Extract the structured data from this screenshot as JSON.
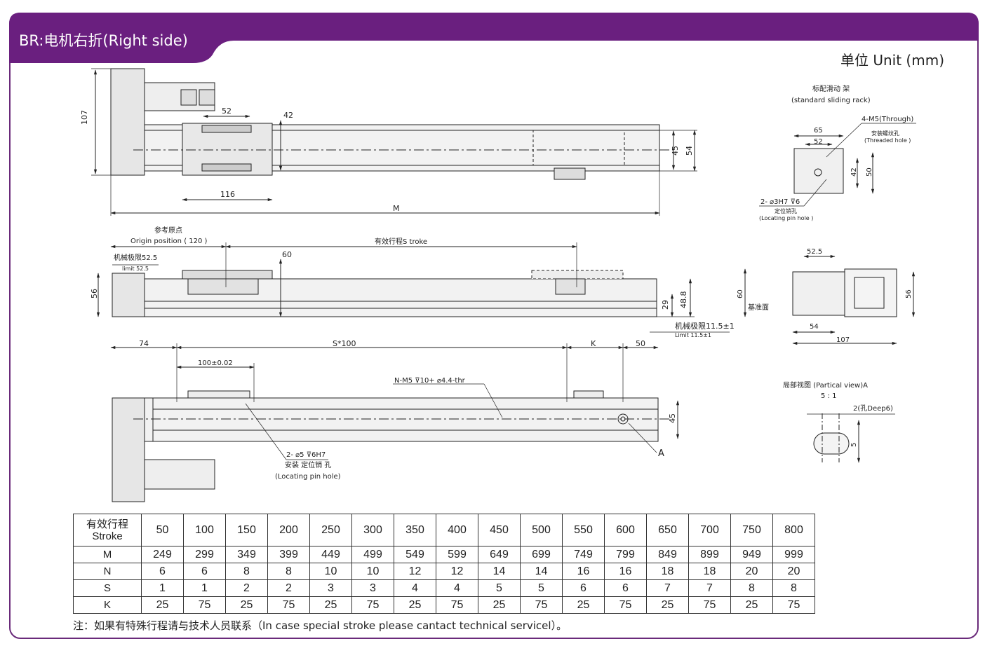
{
  "header": {
    "title": "BR:电机右折(Right side)",
    "unit": "单位 Unit (mm)",
    "accent_color": "#6a1f7f"
  },
  "view_top": {
    "dim_height": "107",
    "dim_52": "52",
    "dim_42": "42",
    "dim_116": "116",
    "dim_45": "45",
    "dim_54": "54",
    "dim_M": "M"
  },
  "view_front": {
    "origin_cn": "参考原点",
    "origin_en": "Origin position ( 120 )",
    "stroke_label": "有效行程S troke",
    "limit_left_cn": "机械极限52.5",
    "limit_left_en": "limit 52.5",
    "dim_60": "60",
    "dim_56": "56",
    "dim_29": "29",
    "dim_48_8": "48.8",
    "limit_right_cn": "机械极限11.5±1",
    "limit_right_en": "Limit  11.5±1"
  },
  "view_bottom": {
    "dim_74": "74",
    "dim_S100": "S*100",
    "dim_K": "K",
    "dim_50": "50",
    "dim_100": "100±0.02",
    "nm5": "N-M5 ⊽10+ ⌀4.4-thr",
    "dim_45": "45",
    "pin_label": "2- ⌀5 ⊽6H7",
    "pin_cn": "安装 定位销 孔",
    "pin_en": "(Locating pin hole)",
    "detail_mark": "A"
  },
  "rack": {
    "title_cn": "标配滑动 架",
    "title_en": "(standard sliding rack)",
    "thread_label": "4-M5(Through)",
    "thread_cn": "安装螺纹孔",
    "thread_en": "(Threaded hole )",
    "dim_65": "65",
    "dim_52": "52",
    "dim_42": "42",
    "dim_50": "50",
    "pin_label": "2- ⌀3H7 ⊽6",
    "pin_cn": "定位销孔",
    "pin_en": "(Locating pin hole )"
  },
  "side": {
    "dim_52_5": "52.5",
    "dim_60": "60",
    "dim_56": "56",
    "dim_54": "54",
    "dim_107": "107",
    "datum": "基准面"
  },
  "partial": {
    "title": "局部视图 (Partical view)A",
    "scale": "5 : 1",
    "hole": "2(孔Deep6)",
    "dim_5": "5"
  },
  "table": {
    "header_cn": "有效行程",
    "header_en": "Stroke",
    "strokes": [
      "50",
      "100",
      "150",
      "200",
      "250",
      "300",
      "350",
      "400",
      "450",
      "500",
      "550",
      "600",
      "650",
      "700",
      "750",
      "800"
    ],
    "rows": [
      {
        "label": "M",
        "values": [
          "249",
          "299",
          "349",
          "399",
          "449",
          "499",
          "549",
          "599",
          "649",
          "699",
          "749",
          "799",
          "849",
          "899",
          "949",
          "999"
        ]
      },
      {
        "label": "N",
        "values": [
          "6",
          "6",
          "8",
          "8",
          "10",
          "10",
          "12",
          "12",
          "14",
          "14",
          "16",
          "16",
          "18",
          "18",
          "20",
          "20"
        ]
      },
      {
        "label": "S",
        "values": [
          "1",
          "1",
          "2",
          "2",
          "3",
          "3",
          "4",
          "4",
          "5",
          "5",
          "6",
          "6",
          "7",
          "7",
          "8",
          "8"
        ]
      },
      {
        "label": "K",
        "values": [
          "25",
          "75",
          "25",
          "75",
          "25",
          "75",
          "25",
          "75",
          "25",
          "75",
          "25",
          "75",
          "25",
          "75",
          "25",
          "75"
        ]
      }
    ]
  },
  "note": "注：如果有特殊行程请与技术人员联系（In case special stroke please cantact technical servicel）。"
}
